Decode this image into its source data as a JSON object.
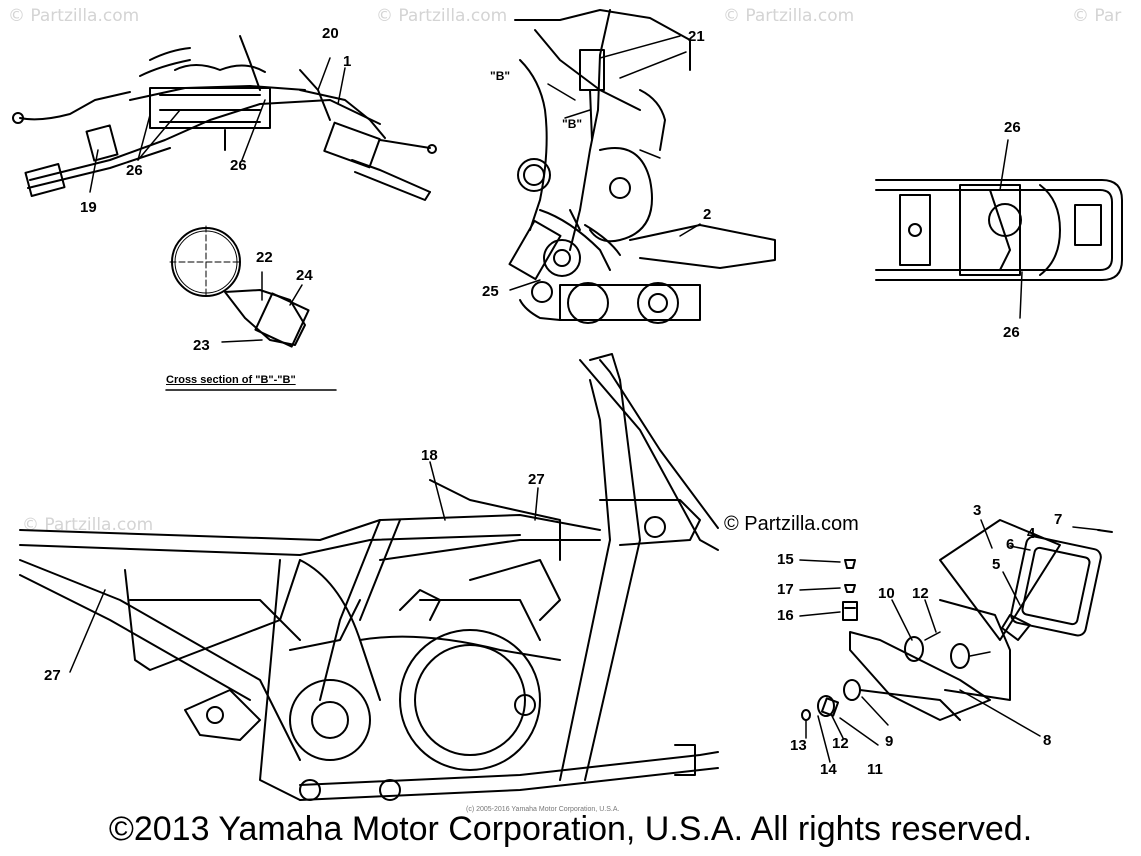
{
  "watermarks": [
    "© Partzilla.com",
    "© Partzilla.com",
    "© Partzilla.com",
    "© Par",
    "© Partzilla.com"
  ],
  "brand_watermark": "© Partzilla.com",
  "section_caption": "Cross section of \"B\"-\"B\"",
  "section_markers": [
    "\"B\"",
    "\"B\""
  ],
  "callouts": {
    "c1": "1",
    "c2": "2",
    "c3": "3",
    "c4": "4",
    "c5": "5",
    "c6": "6",
    "c7": "7",
    "c8": "8",
    "c9": "9",
    "c10": "10",
    "c11": "11",
    "c12a": "12",
    "c12b": "12",
    "c13": "13",
    "c14": "14",
    "c15": "15",
    "c16": "16",
    "c17": "17",
    "c18": "18",
    "c19": "19",
    "c20": "20",
    "c21": "21",
    "c22": "22",
    "c23": "23",
    "c24": "24",
    "c25": "25",
    "c26a": "26",
    "c26b": "26",
    "c26c": "26",
    "c26d": "26",
    "c27a": "27",
    "c27b": "27"
  },
  "small_copyright": "(c) 2005-2016 Yamaha Motor Corporation, U.S.A.",
  "copyright": "©2013 Yamaha Motor Corporation, U.S.A. All rights reserved."
}
